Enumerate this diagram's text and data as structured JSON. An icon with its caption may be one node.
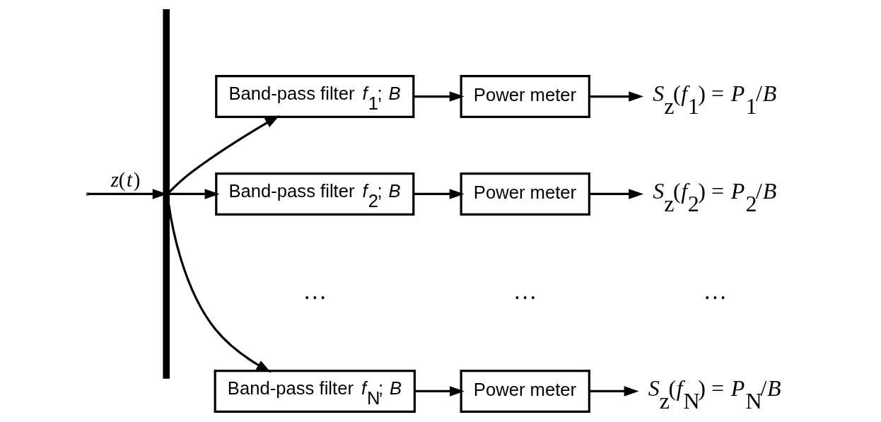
{
  "diagram": {
    "nodes": [
      {
        "text": [],
        "shape": "bar"
      },
      {
        "text": [
          "Band-pass filter *f*$_{1}$; *B*"
        ]
      },
      {
        "text": [
          "Power meter"
        ]
      },
      {
        "text": [
          "*S*$_{z}$(*f*$_{1}$) = *P*$_{1}$/*B*"
        ]
      },
      {
        "text": [
          "Band-pass filter *f*$_{2}$; *B*"
        ]
      },
      {
        "text": [
          "Power meter"
        ]
      },
      {
        "text": [
          "*S*$_{z}$(*f*$_{2}$) = *P*$_{2}$/*B*"
        ]
      },
      {
        "text": [
          "Band-pass filter *f*$_{N}$; *B*"
        ]
      },
      {
        "text": [
          "Power meter"
        ]
      },
      {
        "text": [
          "*S*$_{z}$(*f*$_{N}$) = *P*$_{N}$/*B*"
        ]
      }
    ],
    "edges": [
      {
        "from": null,
        "to": 0,
        "arrow": "to",
        "label": "*z*(*t*)"
      },
      {
        "from": 0,
        "to": 1,
        "arrow": "to"
      },
      {
        "from": 0,
        "to": 4,
        "arrow": "to"
      },
      {
        "from": 0,
        "to": 7,
        "arrow": "to"
      },
      {
        "from": 1,
        "to": 2,
        "arrow": "to"
      },
      {
        "from": 2,
        "to": 3,
        "arrow": "to"
      },
      {
        "from": 4,
        "to": 5,
        "arrow": "to"
      },
      {
        "from": 5,
        "to": 6,
        "arrow": "to"
      },
      {
        "from": 7,
        "to": 8,
        "arrow": "to"
      },
      {
        "from": 8,
        "to": 9,
        "arrow": "to"
      }
    ],
    "labels": [
      "…",
      "…",
      "…"
    ]
  }
}
